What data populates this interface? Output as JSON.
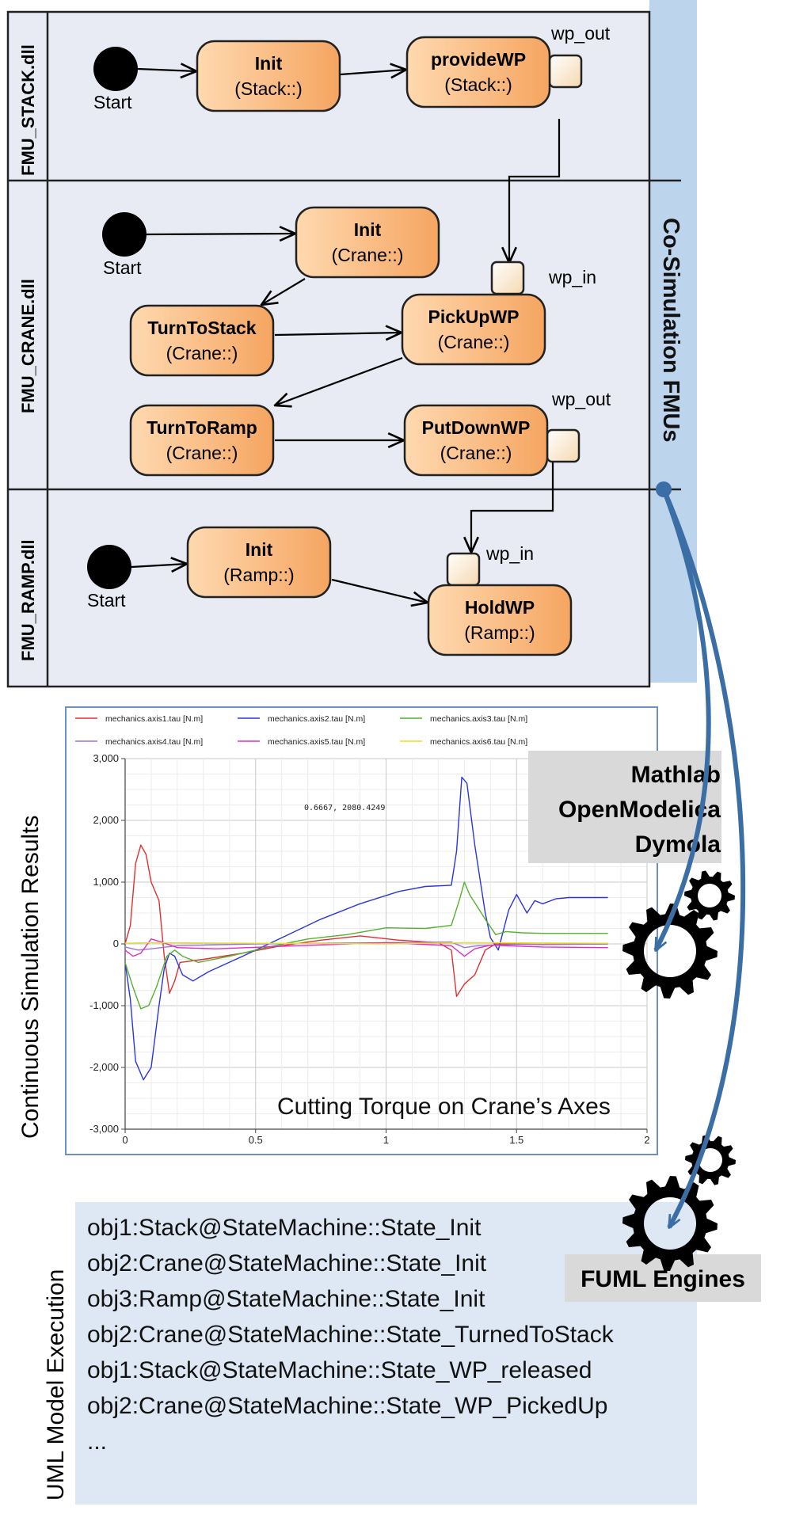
{
  "side_banner": {
    "label": "Co-Simulation FMUs"
  },
  "lanes": [
    {
      "label": "FMU_STACK.dll"
    },
    {
      "label": "FMU_CRANE.dll"
    },
    {
      "label": "FMU_RAMP.dll"
    }
  ],
  "start_label": "Start",
  "states": {
    "stack_init": {
      "name": "Init",
      "owner": "(Stack::)"
    },
    "stack_provide": {
      "name": "provideWP",
      "owner": "(Stack::)"
    },
    "crane_init": {
      "name": "Init",
      "owner": "(Crane::)"
    },
    "crane_turn_stack": {
      "name": "TurnToStack",
      "owner": "(Crane::)"
    },
    "crane_pickup": {
      "name": "PickUpWP",
      "owner": "(Crane::)"
    },
    "crane_turn_ramp": {
      "name": "TurnToRamp",
      "owner": "(Crane::)"
    },
    "crane_putdown": {
      "name": "PutDownWP",
      "owner": "(Crane::)"
    },
    "ramp_init": {
      "name": "Init",
      "owner": "(Ramp::)"
    },
    "ramp_hold": {
      "name": "HoldWP",
      "owner": "(Ramp::)"
    }
  },
  "ports": {
    "out": "wp_out",
    "in": "wp_in"
  },
  "chart_section_label": "Continuous Simulation Results",
  "chart_data": {
    "type": "line",
    "caption": "Cutting Torque on Crane’s Axes",
    "cursor_readout": "0.6667, 2080.4249",
    "xlim": [
      0,
      2
    ],
    "ylim": [
      -3000,
      3000
    ],
    "x_ticks": [
      "0",
      "0.5",
      "1",
      "1.5",
      "2"
    ],
    "y_ticks": [
      "3,000",
      "2,000",
      "1,000",
      "0",
      "-1,000",
      "-2,000",
      "-3,000"
    ],
    "grid": true,
    "legend_position": "top",
    "series": [
      {
        "name": "mechanics.axis1.tau [N.m]",
        "color": "#e03030",
        "points": [
          [
            0,
            0
          ],
          [
            0.02,
            300
          ],
          [
            0.04,
            1300
          ],
          [
            0.06,
            1600
          ],
          [
            0.08,
            1450
          ],
          [
            0.1,
            1000
          ],
          [
            0.13,
            700
          ],
          [
            0.15,
            -200
          ],
          [
            0.17,
            -800
          ],
          [
            0.19,
            -600
          ],
          [
            0.21,
            -300
          ],
          [
            0.3,
            -250
          ],
          [
            0.45,
            -150
          ],
          [
            0.6,
            -30
          ],
          [
            0.75,
            60
          ],
          [
            0.9,
            130
          ],
          [
            1.05,
            60
          ],
          [
            1.2,
            20
          ],
          [
            1.25,
            -100
          ],
          [
            1.27,
            -850
          ],
          [
            1.3,
            -650
          ],
          [
            1.34,
            -500
          ],
          [
            1.38,
            -100
          ],
          [
            1.42,
            0
          ],
          [
            1.6,
            -10
          ],
          [
            1.85,
            0
          ]
        ]
      },
      {
        "name": "mechanics.axis2.tau [N.m]",
        "color": "#2a35e0",
        "points": [
          [
            0,
            -300
          ],
          [
            0.02,
            -900
          ],
          [
            0.04,
            -1900
          ],
          [
            0.07,
            -2200
          ],
          [
            0.1,
            -2000
          ],
          [
            0.13,
            -1000
          ],
          [
            0.15,
            -400
          ],
          [
            0.17,
            -150
          ],
          [
            0.19,
            -200
          ],
          [
            0.22,
            -500
          ],
          [
            0.26,
            -600
          ],
          [
            0.32,
            -450
          ],
          [
            0.45,
            -200
          ],
          [
            0.6,
            100
          ],
          [
            0.75,
            400
          ],
          [
            0.9,
            650
          ],
          [
            1.05,
            850
          ],
          [
            1.15,
            930
          ],
          [
            1.25,
            950
          ],
          [
            1.27,
            1500
          ],
          [
            1.29,
            2700
          ],
          [
            1.31,
            2600
          ],
          [
            1.34,
            1600
          ],
          [
            1.38,
            500
          ],
          [
            1.4,
            100
          ],
          [
            1.43,
            -100
          ],
          [
            1.47,
            550
          ],
          [
            1.5,
            800
          ],
          [
            1.54,
            500
          ],
          [
            1.57,
            700
          ],
          [
            1.6,
            650
          ],
          [
            1.65,
            730
          ],
          [
            1.7,
            750
          ],
          [
            1.85,
            750
          ]
        ]
      },
      {
        "name": "mechanics.axis3.tau [N.m]",
        "color": "#55b030",
        "points": [
          [
            0,
            -300
          ],
          [
            0.03,
            -700
          ],
          [
            0.06,
            -1050
          ],
          [
            0.09,
            -1000
          ],
          [
            0.12,
            -700
          ],
          [
            0.16,
            -200
          ],
          [
            0.19,
            -100
          ],
          [
            0.22,
            -200
          ],
          [
            0.28,
            -300
          ],
          [
            0.4,
            -200
          ],
          [
            0.55,
            -50
          ],
          [
            0.7,
            80
          ],
          [
            0.85,
            150
          ],
          [
            1.0,
            260
          ],
          [
            1.15,
            250
          ],
          [
            1.25,
            300
          ],
          [
            1.28,
            700
          ],
          [
            1.3,
            1000
          ],
          [
            1.32,
            800
          ],
          [
            1.35,
            600
          ],
          [
            1.38,
            400
          ],
          [
            1.42,
            150
          ],
          [
            1.46,
            200
          ],
          [
            1.52,
            180
          ],
          [
            1.6,
            170
          ],
          [
            1.85,
            170
          ]
        ]
      },
      {
        "name": "mechanics.axis4.tau [N.m]",
        "color": "#a070e0",
        "points": [
          [
            0,
            -50
          ],
          [
            0.05,
            -100
          ],
          [
            0.1,
            -80
          ],
          [
            0.2,
            -30
          ],
          [
            0.5,
            0
          ],
          [
            1.0,
            20
          ],
          [
            1.25,
            30
          ],
          [
            1.3,
            -60
          ],
          [
            1.35,
            -30
          ],
          [
            1.5,
            -10
          ],
          [
            1.85,
            0
          ]
        ]
      },
      {
        "name": "mechanics.axis5.tau [N.m]",
        "color": "#e030c0",
        "points": [
          [
            0,
            -100
          ],
          [
            0.03,
            -200
          ],
          [
            0.06,
            -150
          ],
          [
            0.1,
            80
          ],
          [
            0.14,
            30
          ],
          [
            0.2,
            -60
          ],
          [
            0.35,
            -80
          ],
          [
            0.6,
            -40
          ],
          [
            1.0,
            20
          ],
          [
            1.25,
            -30
          ],
          [
            1.3,
            -200
          ],
          [
            1.34,
            -80
          ],
          [
            1.4,
            -20
          ],
          [
            1.6,
            -50
          ],
          [
            1.85,
            -60
          ]
        ]
      },
      {
        "name": "mechanics.axis6.tau [N.m]",
        "color": "#e8e020",
        "points": [
          [
            0,
            10
          ],
          [
            0.1,
            20
          ],
          [
            0.5,
            10
          ],
          [
            1.0,
            0
          ],
          [
            1.3,
            20
          ],
          [
            1.85,
            10
          ]
        ]
      }
    ]
  },
  "tools_box": [
    "Mathlab",
    "OpenModelica",
    "Dymola"
  ],
  "uml_section_label": "UML Model Execution",
  "log_lines": [
    "obj1:Stack@StateMachine::State_Init",
    "obj2:Crane@StateMachine::State_Init",
    "obj3:Ramp@StateMachine::State_Init",
    "obj2:Crane@StateMachine::State_TurnedToStack",
    "obj1:Stack@StateMachine::State_WP_released",
    "obj2:Crane@StateMachine::State_WP_PickedUp",
    "..."
  ],
  "fuml_label": "FUML Engines",
  "colors": {
    "lane_fill": "#e8eaf4",
    "banner_fill": "#bcd4ec",
    "state_fill_light": "#ffd9b0",
    "state_fill_dark": "#f5a560",
    "connector": "#3a6ea5",
    "grey_box": "#d9d9d9",
    "uml_fill": "#dde8f4"
  }
}
